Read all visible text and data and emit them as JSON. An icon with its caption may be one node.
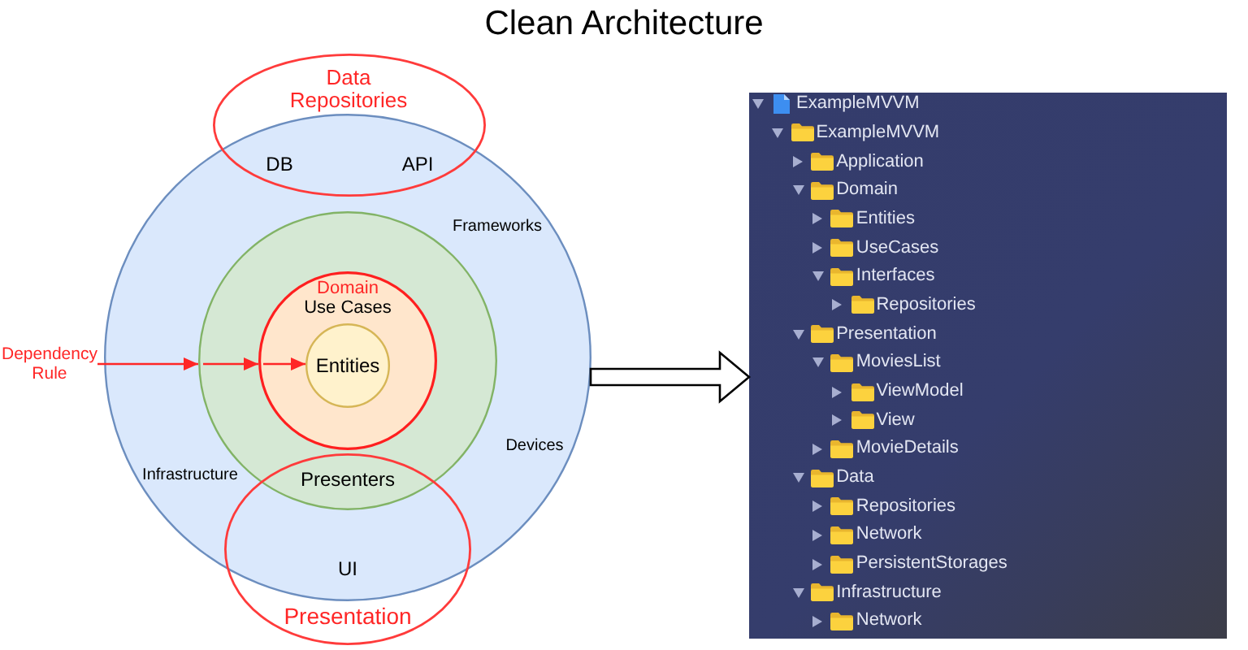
{
  "diagram": {
    "title": "Clean Architecture",
    "nodes": [
      {
        "text": [
          "Data Repositories",
          "DB",
          "API"
        ]
      },
      {
        "text": [
          "Frameworks",
          "Devices",
          "Infrastructure"
        ]
      },
      {
        "text": [],
        "shape": "circle",
        "in": 1
      },
      {
        "text": [
          "Domain",
          "Use Cases"
        ],
        "in": 2
      },
      {
        "text": [
          "Entities"
        ],
        "in": 3
      },
      {
        "text": [
          "Dependency Rule"
        ]
      },
      {
        "text": [
          "Presenters",
          "UI",
          "Presentation"
        ]
      },
      {
        "text": [
          "ExampleMVVM",
          "ExampleMVVM",
          "Application",
          "Domain",
          "Entities",
          "UseCases",
          "Interfaces",
          "Repositories",
          "Presentation",
          "MoviesList",
          "ViewModel",
          "View",
          "MovieDetails",
          "Data",
          "Repositories",
          "Network",
          "PersistentStorages",
          "Infrastructure",
          "Network"
        ]
      }
    ],
    "edges": [
      {
        "from": 5,
        "to": 2,
        "arrow": "to"
      },
      {
        "from": 2,
        "to": 3,
        "arrow": "to"
      },
      {
        "from": 3,
        "to": 4,
        "arrow": "to"
      },
      {
        "from": 1,
        "to": 7,
        "arrow": "to",
        "style": "thick",
        "color": "#000000"
      }
    ]
  }
}
